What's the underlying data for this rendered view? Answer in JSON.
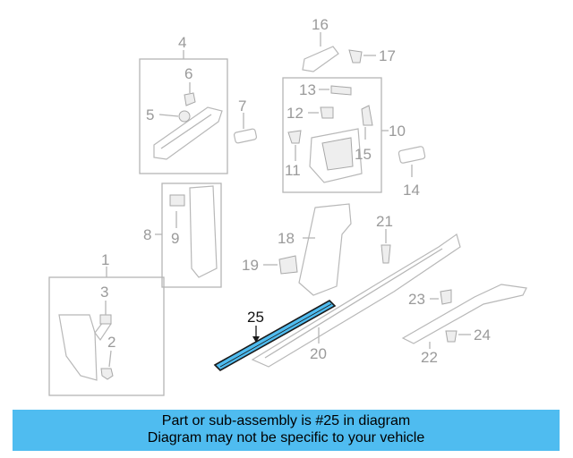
{
  "callouts": {
    "p1": "1",
    "p2": "2",
    "p3": "3",
    "p4": "4",
    "p5": "5",
    "p6": "6",
    "p7": "7",
    "p8": "8",
    "p9": "9",
    "p10": "10",
    "p11": "11",
    "p12": "12",
    "p13": "13",
    "p14": "14",
    "p15": "15",
    "p16": "16",
    "p17": "17",
    "p18": "18",
    "p19": "19",
    "p20": "20",
    "p21": "21",
    "p22": "22",
    "p23": "23",
    "p24": "24",
    "p25": "25"
  },
  "highlight": {
    "part": "25",
    "color": "#4fbcf0"
  },
  "banner": {
    "line1": "Part or sub-assembly is #25 in diagram",
    "line2": "Diagram may not be specific to your vehicle"
  }
}
